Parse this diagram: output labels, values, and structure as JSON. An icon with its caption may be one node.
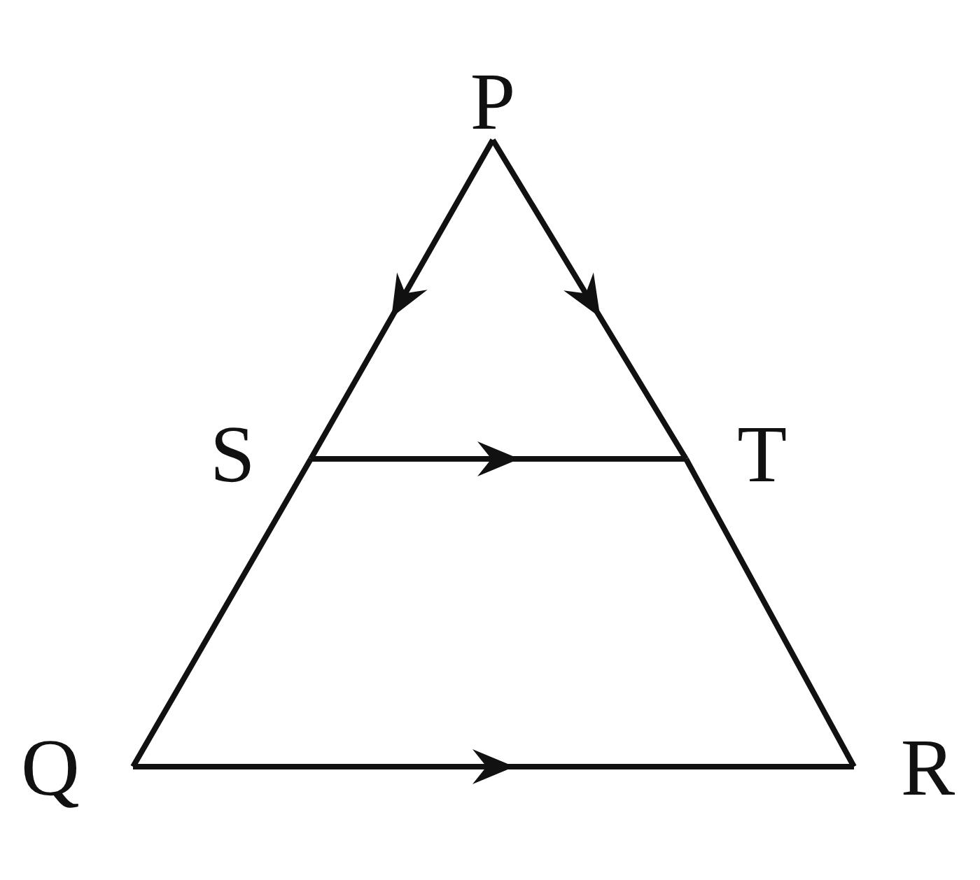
{
  "diagram": {
    "nodes": [
      {
        "text": [
          "P"
        ]
      },
      {
        "text": [
          "S"
        ]
      },
      {
        "text": [
          "T"
        ]
      },
      {
        "text": [
          "Q"
        ]
      },
      {
        "text": [
          "R"
        ]
      }
    ],
    "edges": [
      {
        "from": 0,
        "to": 1,
        "arrow": "to"
      },
      {
        "from": 0,
        "to": 2,
        "arrow": "to"
      },
      {
        "from": 1,
        "to": 2,
        "arrow": "to"
      },
      {
        "from": 1,
        "to": 3,
        "arrow": "none"
      },
      {
        "from": 2,
        "to": 4,
        "arrow": "none"
      },
      {
        "from": 3,
        "to": 4,
        "arrow": "to"
      }
    ]
  }
}
